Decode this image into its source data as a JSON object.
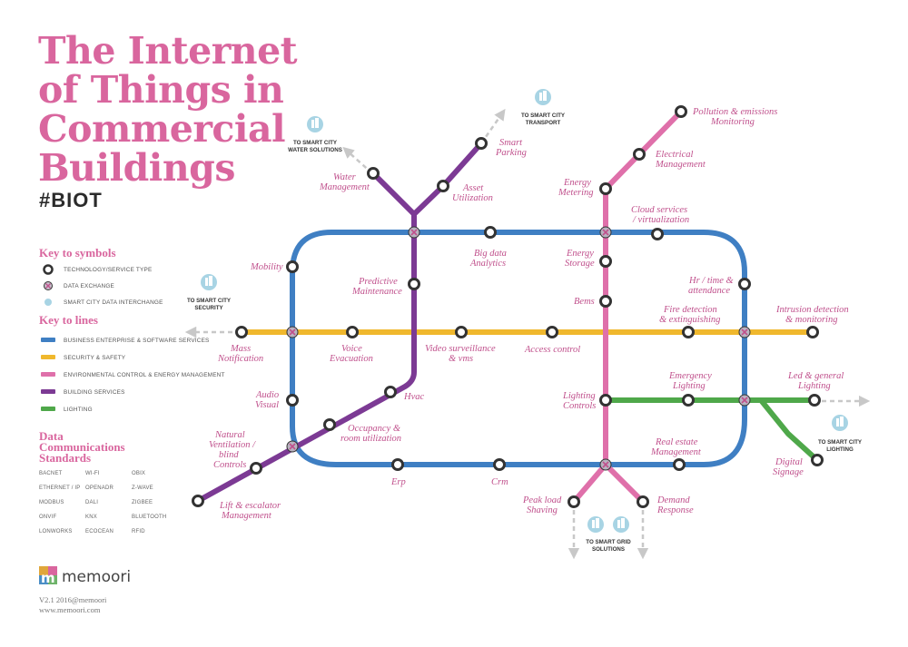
{
  "title": [
    "The Internet",
    "of Things in",
    "Commercial",
    "Buildings"
  ],
  "hashtag": "#BIOT",
  "key_symbols": {
    "heading": "Key to symbols",
    "items": [
      "TECHNOLOGY/SERVICE TYPE",
      "DATA EXCHANGE",
      "SMART CITY DATA INTERCHANGE"
    ]
  },
  "key_lines": {
    "heading": "Key to lines",
    "items": [
      {
        "label": "BUSINESS ENTERPRISE & SOFTWARE SERVICES",
        "color": "#3f7fc3"
      },
      {
        "label": "SECURITY & SAFETY",
        "color": "#f0b82d"
      },
      {
        "label": "ENVIRONMENTAL CONTROL & ENERGY MANAGEMENT",
        "color": "#df70aa"
      },
      {
        "label": "BUILDING SERVICES",
        "color": "#7c3a94"
      },
      {
        "label": "LIGHTING",
        "color": "#4fa84a"
      }
    ]
  },
  "standards": {
    "heading": [
      "Data",
      "Communications",
      "Standards"
    ],
    "columns": [
      [
        "BACNET",
        "ETHERNET / IP",
        "MODBUS",
        "ONVIF",
        "LONWORKS"
      ],
      [
        "WI-FI",
        "OPENADR",
        "DALI",
        "KNX",
        "ECOCEAN"
      ],
      [
        "OBIX",
        "Z-WAVE",
        "ZIGBEE",
        "BLUETOOTH",
        "RFID"
      ]
    ]
  },
  "brand": "memoori",
  "footer": [
    "V2.1 2016@memoori",
    "www.memoori.com"
  ],
  "smart_city": [
    "TO SMART CITY",
    "WATER SOLUTIONS",
    "TRANSPORT",
    "SECURITY",
    "LIGHTING",
    "TO SMART GRID",
    "SOLUTIONS"
  ],
  "stations": [
    "Pollution & emissions",
    "Monitoring",
    "Electrical",
    "Management",
    "Smart",
    "Parking",
    "Energy",
    "Metering",
    "Water",
    "Management",
    "Asset",
    "Utilization",
    "Cloud services",
    "/ virtualization",
    "Big data",
    "Analytics",
    "Energy",
    "Storage",
    "Mobility",
    "Hr / time &",
    "attendance",
    "Predictive",
    "Maintenance",
    "Bems",
    "Fire detection",
    "& extinguishing",
    "Intrusion detection",
    "& monitoring",
    "Mass",
    "Notification",
    "Voice",
    "Evacuation",
    "Video surveillance",
    "& vms",
    "Access control",
    "Emergency",
    "Lighting",
    "Led & general",
    "Lighting",
    "Audio",
    "Visual",
    "Hvac",
    "Lighting",
    "Controls",
    "Occupancy &",
    "room utilization",
    "Natural",
    "Ventilation /",
    "blind",
    "Controls",
    "Real estate",
    "Management",
    "Digital",
    "Signage",
    "Erp",
    "Crm",
    "Peak load",
    "Shaving",
    "Demand",
    "Response",
    "Lift & escalator",
    "Management"
  ]
}
